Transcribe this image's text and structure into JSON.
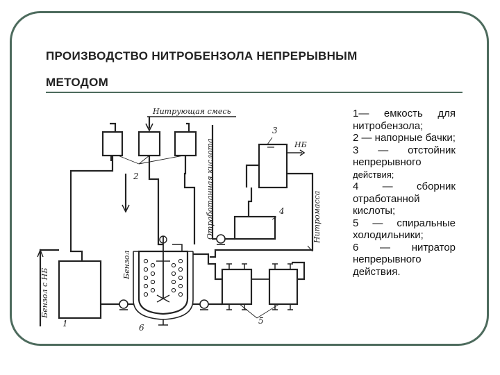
{
  "slide": {
    "title_line1": "ПРОИЗВОДСТВО НИТРОБЕНЗОЛА НЕПРЕРЫВНЫМ",
    "title_line2": "МЕТОДОМ"
  },
  "legend": [
    "1— емкость для нитробензола;",
    "2 — напорные бачки;",
    "3 — отстойник непрерывного",
    "действия;",
    "4 — сборник отработанной кислоты;",
    "5 — спиральные холодильники;",
    "6 — нитратор непрерывного действия."
  ],
  "diagram": {
    "label_nitrating_mix": "Нитрующая смесь",
    "label_spent_acid": "Отработанная кислота",
    "label_nb": "НБ",
    "label_nitromass": "Нитромасса",
    "label_benzene": "Бензол",
    "label_benzene_nb": "Бензол с НБ",
    "num_1": "1",
    "num_2": "2",
    "num_3": "3",
    "num_4": "4",
    "num_5": "5",
    "num_6": "6"
  },
  "colors": {
    "frame": "#4d6b5d",
    "ink": "#222222"
  }
}
